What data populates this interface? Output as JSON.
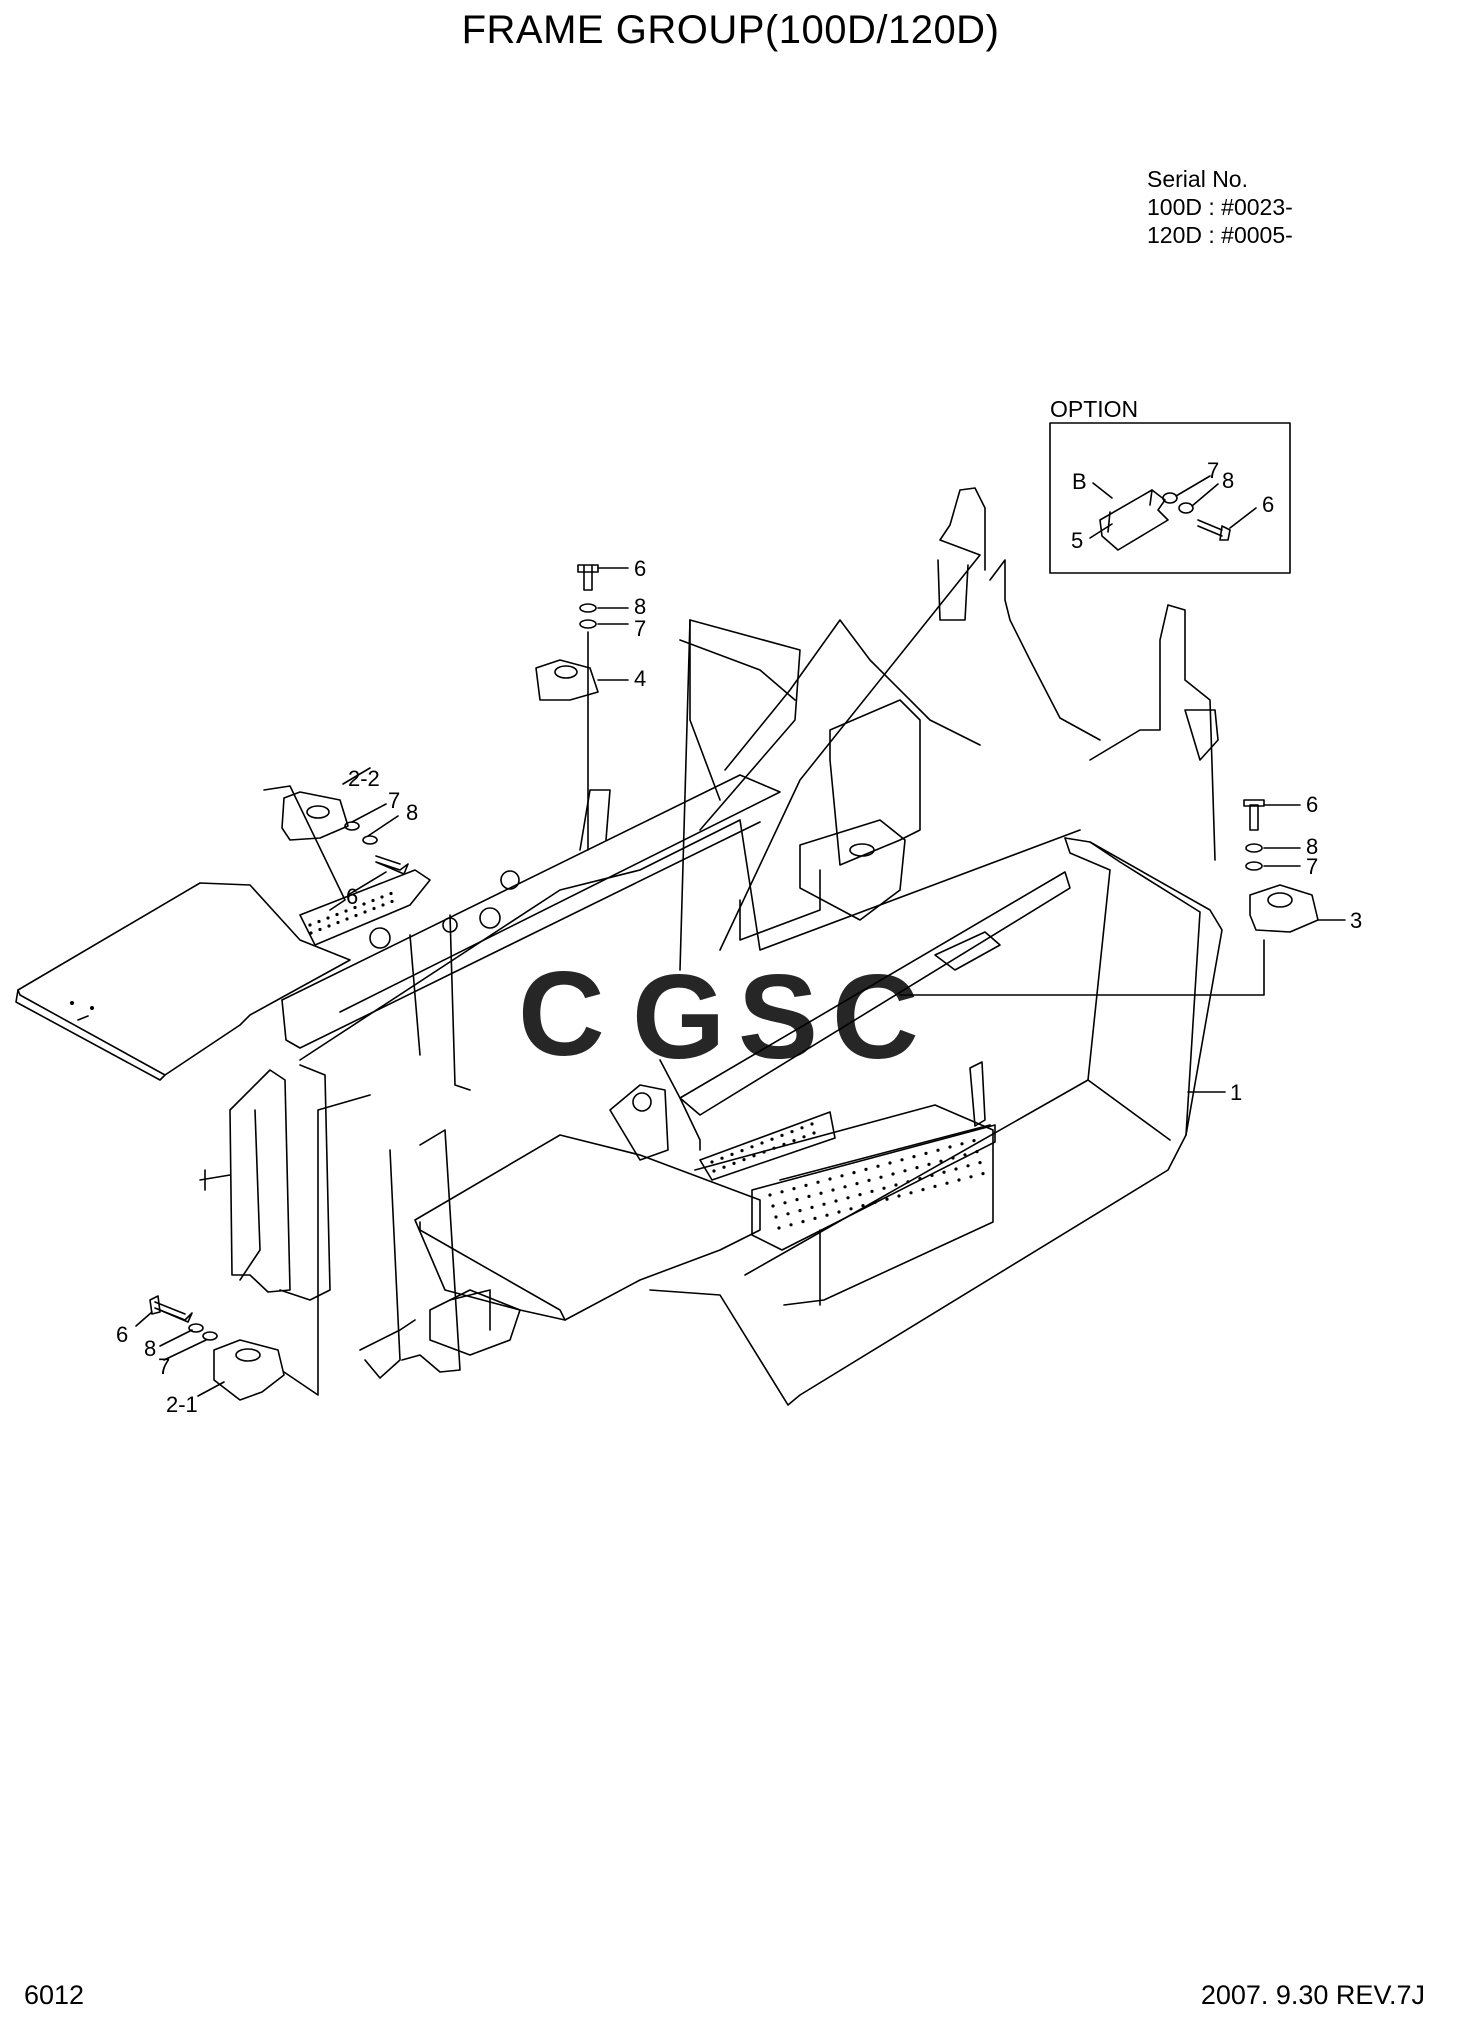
{
  "title": "FRAME GROUP(100D/120D)",
  "serial": {
    "heading": "Serial No.",
    "lines": [
      "100D : #0023-",
      "120D : #0005-"
    ]
  },
  "option_label": "OPTION",
  "callouts": {
    "c1": "1",
    "c2_1": "2-1",
    "c2_2": "2-2",
    "c3": "3",
    "c4": "4",
    "c5": "5",
    "c6": "6",
    "c7": "7",
    "c8": "8",
    "cB": "B"
  },
  "watermark": {
    "letters": [
      "C",
      "G",
      "S",
      "C"
    ],
    "colors": [
      "#4a8cf0",
      "#ee5a55",
      "#f5c842",
      "#3bb07a"
    ]
  },
  "footer": {
    "page_code": "6012",
    "revision": "2007. 9.30  REV.7J"
  }
}
